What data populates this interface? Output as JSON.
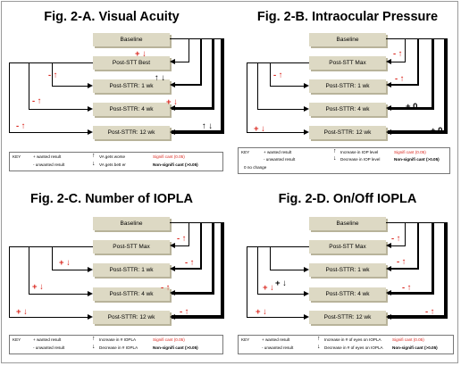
{
  "colors": {
    "significant": "#d9241b",
    "box": "#ddd9c4",
    "line": "#000000"
  },
  "panels": [
    {
      "title": "Fig. 2-A.  Visual Acuity",
      "boxes": [
        "Baseline",
        "Post-STT Best",
        "Post-STTR: 1 wk",
        "Post-STTR: 4 wk",
        "Post-STTR: 12 wk"
      ],
      "marks": [
        "+ ↓",
        "- ↑",
        "↑ ↓",
        "- ↑",
        "+ ↓",
        "↑ ↓",
        "- ↑"
      ],
      "key": {
        "label": "KEY",
        "wanted": "+ wanted result",
        "unwanted": "- unwanted result",
        "icon1_text": "VA gets worse",
        "icon2_text": "VA gets bett   er",
        "sig": "Signifi  cant (0.05)",
        "non": "Non-signifi  cant (>0.05)"
      }
    },
    {
      "title": "Fig. 2-B.  Intraocular Pressure",
      "boxes": [
        "Baseline",
        "Post-STT Max",
        "Post-STTR: 1 wk",
        "Post-STTR: 4 wk",
        "Post-STTR: 12 wk"
      ],
      "marks": [
        "- ↑",
        "- ↑",
        "- ↑",
        "+ 0",
        "+ ↓",
        "+ 0"
      ],
      "key": {
        "label": "KEY",
        "wanted": "+ wanted result",
        "unwanted": "- unwanted result",
        "icon1_text": "Increase in IOP level",
        "icon2_text": "Decrease in IOP level",
        "sig": "Signifi  cant (0.05)",
        "non": "Non-signifi  cant (>0.05)",
        "zero": "0  no change"
      }
    },
    {
      "title": "Fig. 2-C.  Number of IOPLA",
      "boxes": [
        "Baseline",
        "Post-STT Max",
        "Post-STTR: 1 wk",
        "Post-STTR: 4 wk",
        "Post-STTR: 12 wk"
      ],
      "marks": [
        "- ↑",
        "+ ↓",
        "- ↑",
        "+ ↓",
        "- ↑",
        "+ ↓",
        "- ↑"
      ],
      "key": {
        "label": "KEY",
        "wanted": "+ wanted result",
        "unwanted": "- unwanted result",
        "icon1_text": "Increase in # IOPLA",
        "icon2_text": "Decrease in # IOPLA",
        "sig": "Signifi  cant (0.05)",
        "non": "Non-signifi  cant (>0.05)"
      }
    },
    {
      "title": "Fig. 2-D.  On/Off    IOPLA",
      "boxes": [
        "Baseline",
        "Post-STT Max",
        "Post-STTR: 1 wk",
        "Post-STTR: 4 wk",
        "Post-STTR: 12 wk"
      ],
      "marks": [
        "- ↑",
        "- ↑",
        "+ ↓",
        "+ ↓",
        "- ↑",
        "+ ↓",
        "- ↑"
      ],
      "key": {
        "label": "KEY",
        "wanted": "+ wanted result",
        "unwanted": "- unwanted result",
        "icon1_text": "Increase in # of eyes on IOPLA",
        "icon2_text": "Decrease in # of eyes on IOPLA",
        "sig": "Signifi  cant (0.05)",
        "non": "Non-signifi  cant (>0.05)"
      }
    }
  ]
}
